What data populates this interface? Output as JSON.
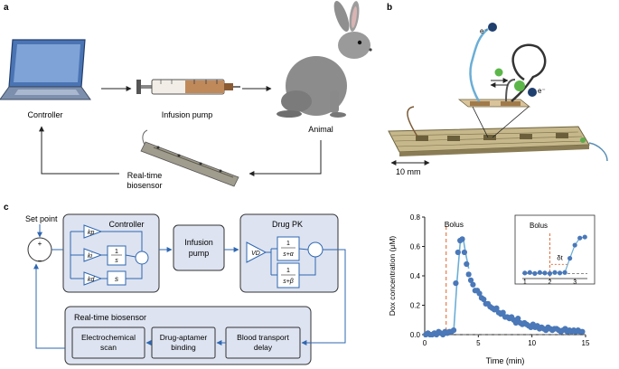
{
  "panels": {
    "a": "a",
    "b": "b",
    "c": "c"
  },
  "panel_a": {
    "controller": "Controller",
    "infusion_pump": "Infusion pump",
    "animal": "Animal",
    "biosensor_line1": "Real-time",
    "biosensor_line2": "biosensor"
  },
  "panel_b": {
    "electron_top": "e⁻",
    "electron_right": "e⁻",
    "scale_label": "10 mm"
  },
  "panel_c": {
    "set_point": "Set point",
    "plus": "+",
    "minus": "−",
    "controller_title": "Controller",
    "kp": "kp",
    "ki": "ki",
    "kd": "kd",
    "integrator_num": "1",
    "integrator_den": "s",
    "derivative": "s",
    "infusion_line1": "Infusion",
    "infusion_line2": "pump",
    "drugpk_title": "Drug PK",
    "v_d": "VD",
    "alpha_num": "1",
    "alpha_den": "s+α",
    "beta_num": "1",
    "beta_den": "s+β",
    "biosensor_title": "Real-time biosensor",
    "echem_line1": "Electrochemical",
    "echem_line2": "scan",
    "aptamer_line1": "Drug-aptamer",
    "aptamer_line2": "binding",
    "blood_line1": "Blood transport",
    "blood_line2": "delay"
  },
  "colors": {
    "box_fill": "#dde3f0",
    "box_stroke": "#333333",
    "arrow_blue": "#2f67b1",
    "data_blue": "#4a78b8",
    "fit_line": "#6baed6",
    "bolus_red": "#e0622a",
    "laptop_blue": "#4a74b3"
  },
  "chart_data": [
    {
      "type": "scatter",
      "title": "",
      "xlabel": "Time (min)",
      "ylabel": "Dox concentration (μM)",
      "xlim": [
        0,
        15
      ],
      "ylim": [
        0,
        0.8
      ],
      "xticks": [
        0,
        5,
        10,
        15
      ],
      "yticks": [
        0.0,
        0.2,
        0.4,
        0.6,
        0.8
      ],
      "xtick_labels": [
        "0",
        "5",
        "10",
        "15"
      ],
      "ytick_labels": [
        "0.0",
        "0.2",
        "0.4",
        "0.6",
        "0.8"
      ],
      "bolus_label": "Bolus",
      "bolus_x": 2.0,
      "baseline_y": 0.0,
      "series": [
        {
          "x": [
            0.1,
            0.3,
            0.5,
            0.7,
            0.9,
            1.1,
            1.3,
            1.5,
            1.7,
            1.9,
            2.1,
            2.3,
            2.5,
            2.7,
            2.9,
            3.1,
            3.3,
            3.5,
            3.7,
            3.9,
            4.1,
            4.3,
            4.5,
            4.7,
            4.9,
            5.1,
            5.3,
            5.5,
            5.7,
            5.9,
            6.1,
            6.3,
            6.5,
            6.7,
            6.9,
            7.1,
            7.3,
            7.5,
            7.7,
            7.9,
            8.1,
            8.3,
            8.5,
            8.7,
            8.9,
            9.1,
            9.3,
            9.5,
            9.7,
            9.9,
            10.1,
            10.3,
            10.5,
            10.7,
            10.9,
            11.1,
            11.3,
            11.5,
            11.7,
            11.9,
            12.1,
            12.3,
            12.5,
            12.7,
            12.9,
            13.1,
            13.3,
            13.5,
            13.7,
            13.9,
            14.1,
            14.3,
            14.5,
            14.7
          ],
          "y": [
            0.0,
            0.01,
            0.0,
            0.0,
            0.01,
            0.0,
            0.02,
            0.01,
            0.0,
            0.02,
            0.01,
            0.02,
            0.02,
            0.03,
            0.35,
            0.56,
            0.64,
            0.65,
            0.56,
            0.48,
            0.41,
            0.37,
            0.34,
            0.3,
            0.3,
            0.28,
            0.25,
            0.24,
            0.21,
            0.21,
            0.19,
            0.18,
            0.17,
            0.18,
            0.15,
            0.14,
            0.15,
            0.12,
            0.12,
            0.11,
            0.12,
            0.1,
            0.08,
            0.11,
            0.08,
            0.07,
            0.08,
            0.07,
            0.06,
            0.05,
            0.07,
            0.05,
            0.06,
            0.04,
            0.05,
            0.04,
            0.03,
            0.05,
            0.04,
            0.03,
            0.04,
            0.04,
            0.03,
            0.02,
            0.03,
            0.04,
            0.02,
            0.03,
            0.02,
            0.03,
            0.02,
            0.03,
            0.02,
            0.02
          ]
        }
      ],
      "fit": {
        "x": [
          2.7,
          3.0,
          3.3,
          3.6,
          3.8,
          4.1
        ],
        "y": [
          0.02,
          0.35,
          0.62,
          0.65,
          0.56,
          0.45
        ]
      }
    },
    {
      "type": "scatter",
      "title": "",
      "inset": true,
      "xlim": [
        0.9,
        3.5
      ],
      "ylim": [
        -0.1,
        0.9
      ],
      "xticks": [
        1,
        2,
        3
      ],
      "xtick_labels": [
        "1",
        "2",
        "3"
      ],
      "bolus_label": "Bolus",
      "delta_label": "δt",
      "bolus_x": 2.0,
      "baseline_y": 0.0,
      "series": [
        {
          "x": [
            1.0,
            1.2,
            1.4,
            1.6,
            1.8,
            2.0,
            2.2,
            2.4,
            2.6,
            2.8,
            3.0,
            3.2,
            3.4
          ],
          "y": [
            0.01,
            0.02,
            0.0,
            0.02,
            0.01,
            0.0,
            0.02,
            0.01,
            0.02,
            0.3,
            0.56,
            0.7,
            0.72
          ]
        }
      ]
    }
  ]
}
